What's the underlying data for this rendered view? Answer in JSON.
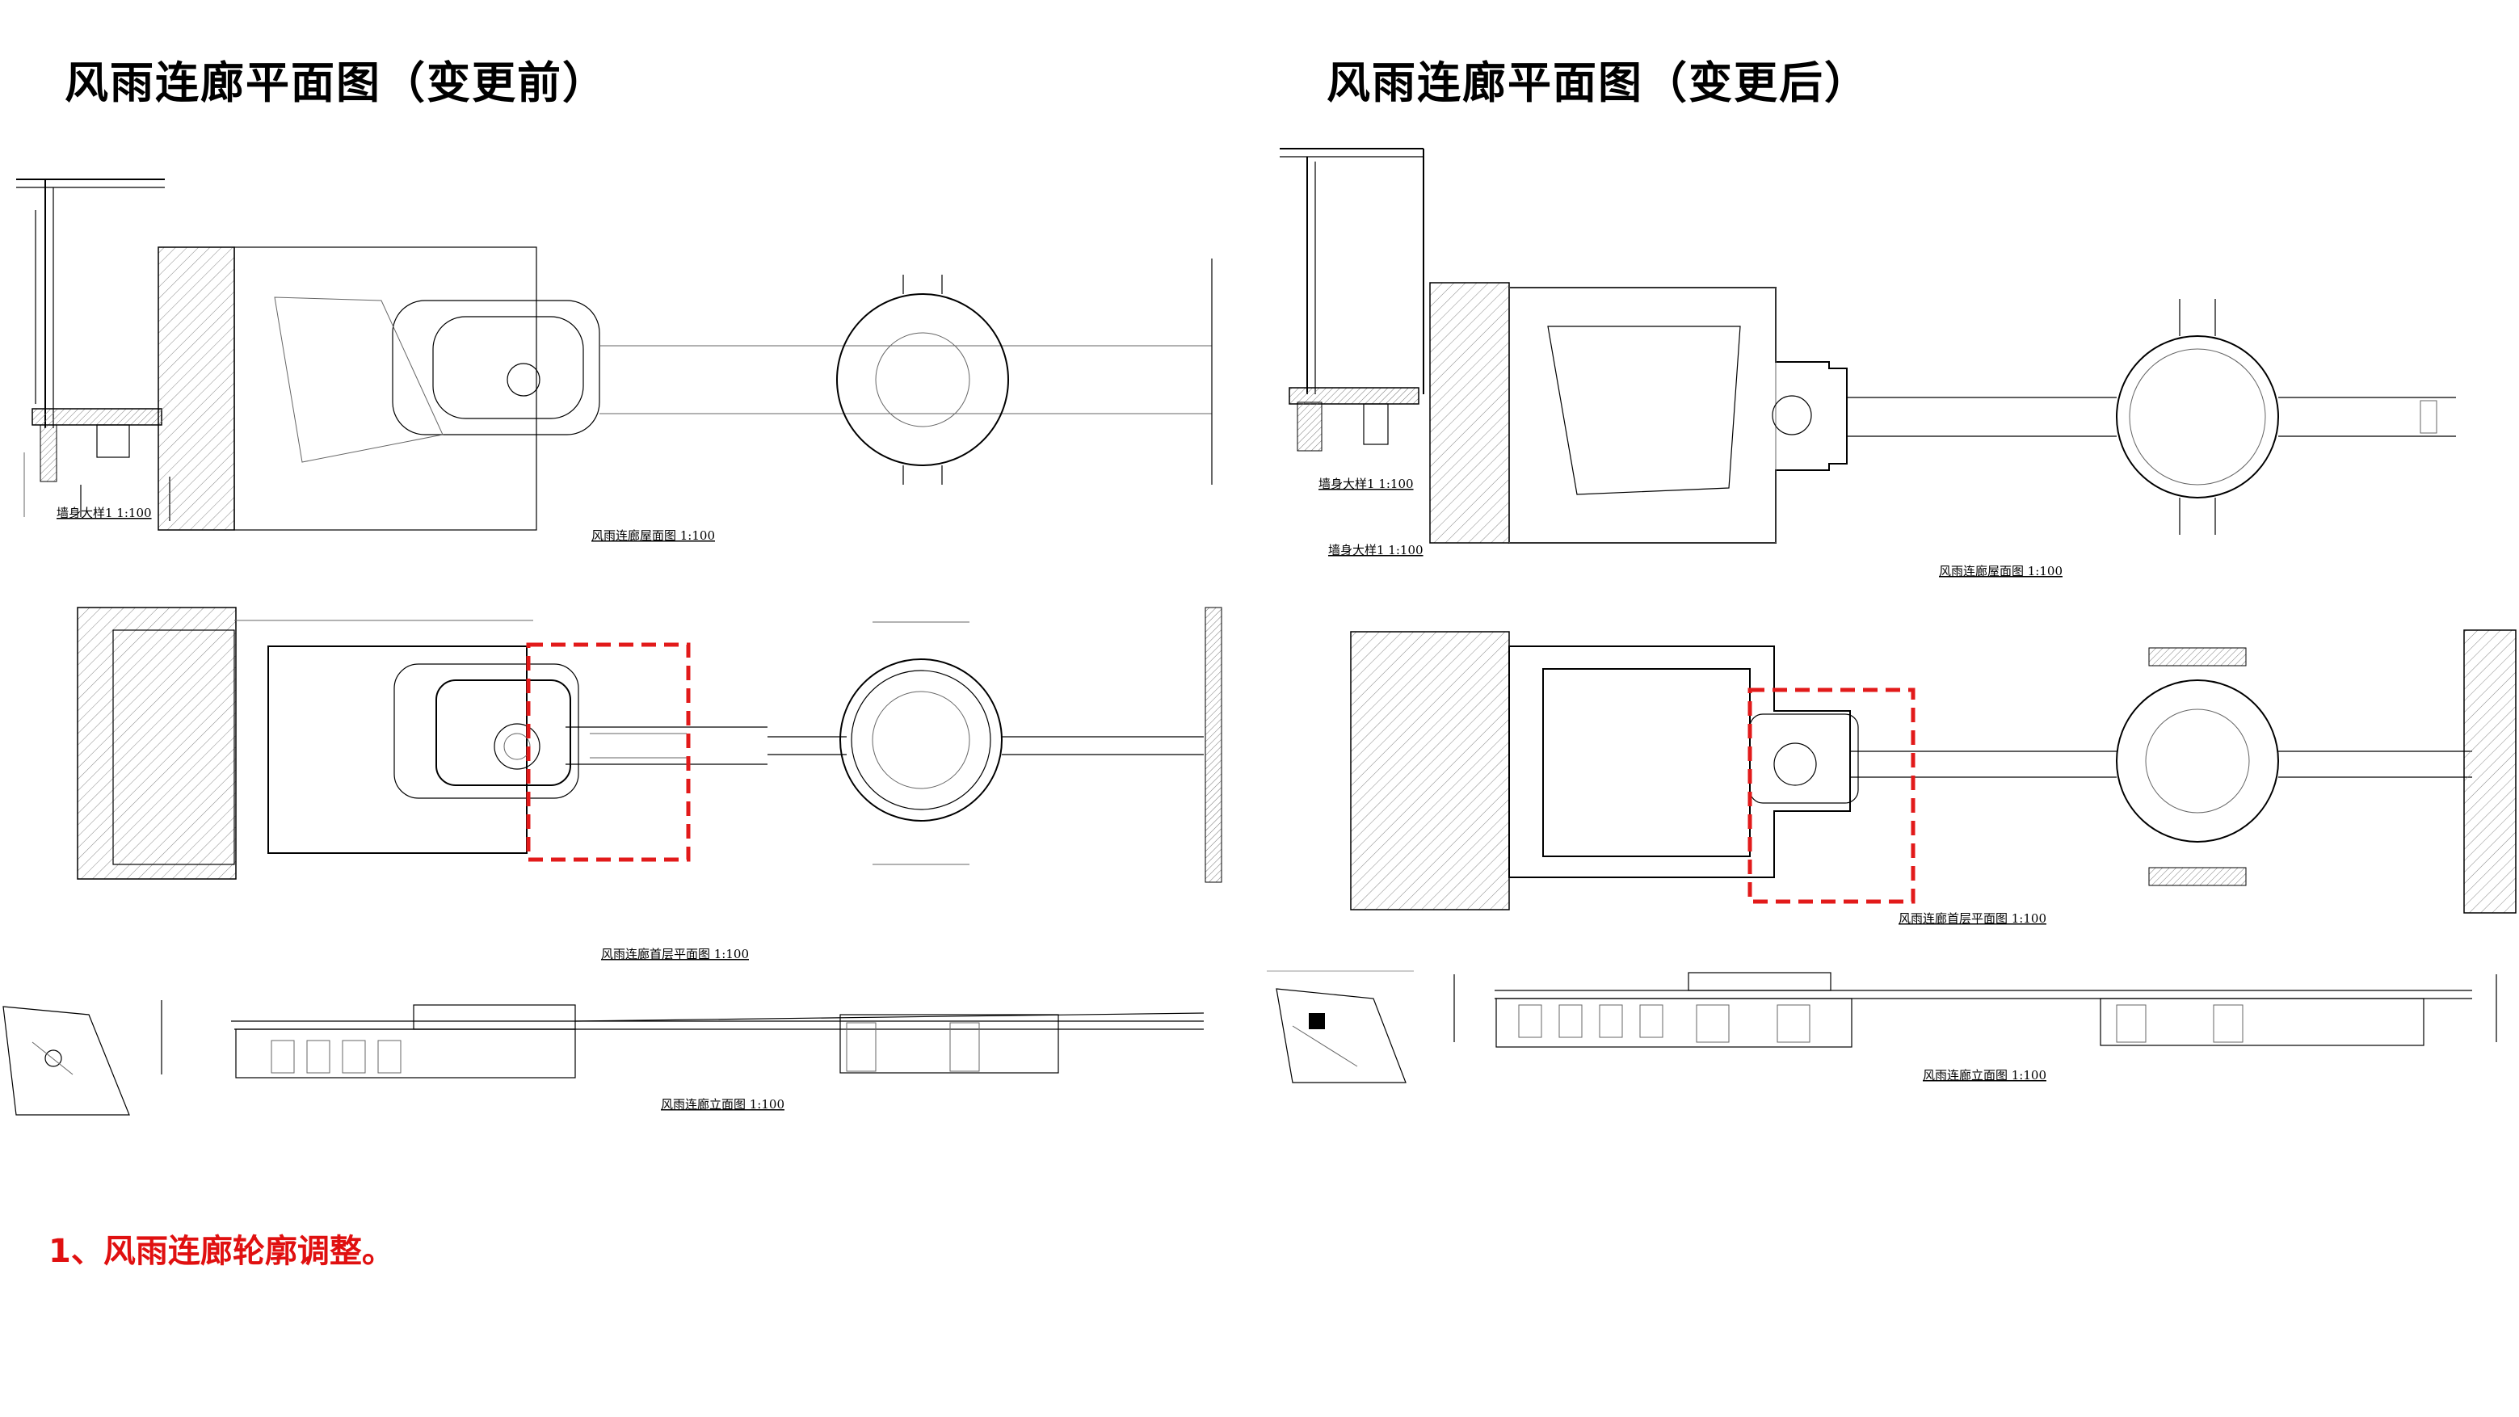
{
  "titles": {
    "before": "风雨连廊平面图（变更前）",
    "after": "风雨连廊平面图（变更后）"
  },
  "captions": {
    "before_roof_plan": "风雨连廊屋面图 1:100",
    "before_ground_plan": "风雨连廊首层平面图 1:100",
    "before_elevation": "风雨连廊立面图 1:100",
    "before_wall_detail": "墙身大样1 1:100",
    "after_roof_plan": "风雨连廊屋面图 1:100",
    "after_ground_plan": "风雨连廊首层平面图 1:100",
    "after_elevation": "风雨连廊立面图 1:100",
    "after_wall_detail_a": "墙身大样1 1:100",
    "after_wall_detail_b": "墙身大样1 1:100"
  },
  "note": "1、风雨连廊轮廓调整。",
  "colors": {
    "highlight": "#e21a1a",
    "note": "#e01010",
    "line": "#000000"
  }
}
